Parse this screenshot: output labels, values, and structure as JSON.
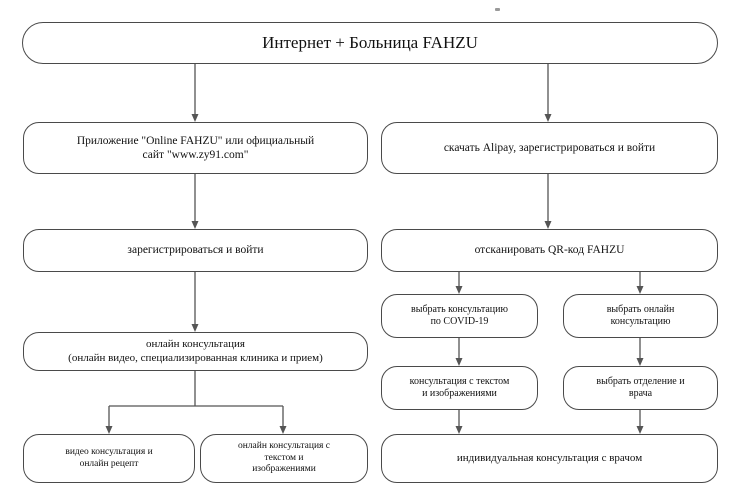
{
  "diagram": {
    "title": "Интернет + Больница FAHZU",
    "language": "ru",
    "artifact_speck": ""
  },
  "nodes": {
    "root": "Интернет + Больница FAHZU",
    "left_app": "Приложение \"Online FAHZU\" или официальный\nсайт \"www.zy91.com\"",
    "right_alipay": "скачать Alipay, зарегистрироваться и войти",
    "left_register": "зарегистрироваться и войти",
    "right_qr": "отсканировать QR-код FAHZU",
    "qr_covid": "выбрать консультацию\nпо COVID-19",
    "qr_online": "выбрать онлайн\nконсультацию",
    "qr_text_images": "консультация с текстом\nи изображениями",
    "qr_department": "выбрать отделение и\nврача",
    "left_online_consult": "онлайн консультация\n(онлайн видео, специализированная клиника и прием)",
    "left_video_rx": "видео консультация и\nонлайн рецепт",
    "left_text_images": "онлайн консультация с\nтекстом и\nизображениями",
    "right_individual": "индивидуальная консультация с врачом"
  },
  "colors": {
    "border": "#4a4a4a",
    "edge": "#555555",
    "text": "#111111",
    "background": "#ffffff"
  }
}
